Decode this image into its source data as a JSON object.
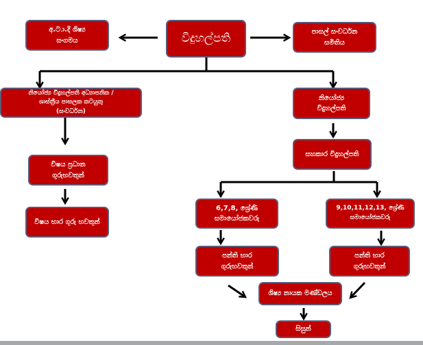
{
  "diagram": {
    "type": "organizational-chart",
    "colors": {
      "node_fill": "#c00000",
      "node_border": "#5b5a7a",
      "node_text": "#ffffff",
      "edge": "#000000",
      "footer_bar": "#a6a8ab"
    },
    "nodes": {
      "principal": "විදුහල්පති",
      "past_pupils": "අ.ට.ා.දි ශිෂ්‍ය\nසංගමය",
      "sdc": "පාසල් සංවර්ධන\nසමිතිය",
      "deputy_academic": "නියෝජ්‍ය විදුහල්පති අධ්‍යාපනික /\nශාස්ත්‍රීය පාසලක කටයුතු\n(සංවර්ධන)",
      "deputy_principal": "නියෝජ්‍ය\nවිදුහල්පති",
      "assistant_principal": "සහකාර විදුහල්පති",
      "subject_heads": "විෂය ප්‍රධාන\nගුරුභවතුන්",
      "subject_teachers": "විෂය භාර ගුරු භවතුන්",
      "coord_6_8": "6,7,8, ශ්‍රේණි\nසමායෝජකවරු",
      "coord_9_13": "9,10,11,12,13, ශ්‍රේණි\nසමායෝජකවරු",
      "class_teachers_left": "පන්ති භාර\nගුරුභවතුන්",
      "class_teachers_right": "පන්ති භාර\nගුරුභවතුන්",
      "prefects_board": "ශිෂ්‍ය නායක මණ්ඩලය",
      "students": "සිසුන්"
    }
  }
}
